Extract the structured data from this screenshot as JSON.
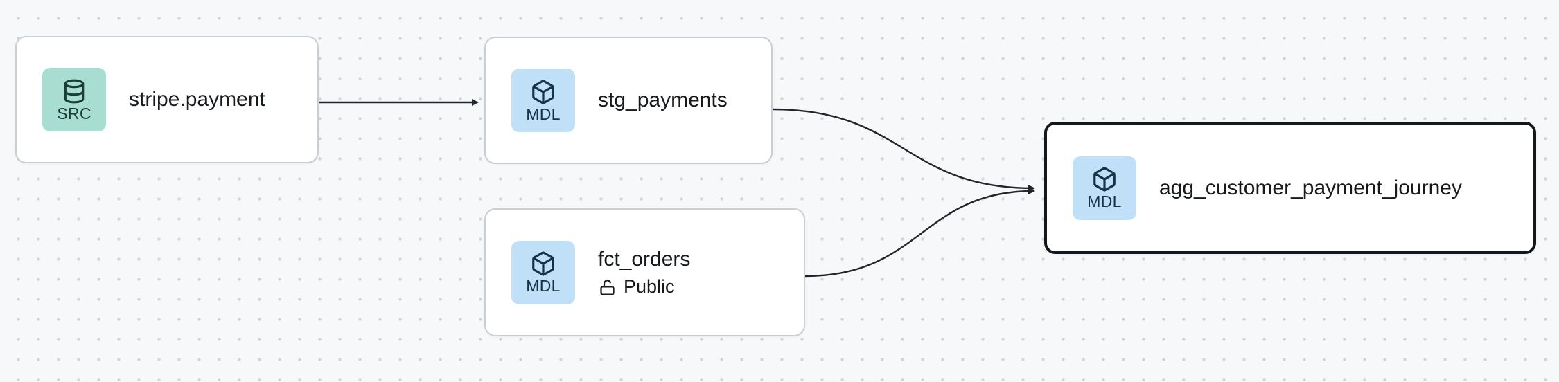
{
  "canvas": {
    "background": "#f7f8f9",
    "dot_color": "#d0d5da"
  },
  "edge_color": "#20262c",
  "selected_border_color": "#15181b",
  "nodes": [
    {
      "id": "stripe.payment",
      "label": "stripe.payment",
      "type": "source",
      "selected": false,
      "badge": {
        "type": "SRC",
        "icon": "database-icon",
        "bg": "#a8ddd2",
        "fg": "#1c3c36"
      }
    },
    {
      "id": "stg_payments",
      "label": "stg_payments",
      "type": "model",
      "selected": false,
      "badge": {
        "type": "MDL",
        "icon": "cube-icon",
        "bg": "#bfe0f6",
        "fg": "#16324c"
      }
    },
    {
      "id": "fct_orders",
      "label": "fct_orders",
      "type": "model",
      "access": "Public",
      "access_icon": "lock-open-icon",
      "selected": false,
      "badge": {
        "type": "MDL",
        "icon": "cube-icon",
        "bg": "#bfe0f6",
        "fg": "#16324c"
      }
    },
    {
      "id": "agg_customer_payment_journey",
      "label": "agg_customer_payment_journey",
      "type": "model",
      "selected": true,
      "badge": {
        "type": "MDL",
        "icon": "cube-icon",
        "bg": "#bfe0f6",
        "fg": "#16324c"
      }
    }
  ],
  "edges": [
    {
      "from": "stripe.payment",
      "to": "stg_payments"
    },
    {
      "from": "stg_payments",
      "to": "agg_customer_payment_journey"
    },
    {
      "from": "fct_orders",
      "to": "agg_customer_payment_journey"
    }
  ]
}
